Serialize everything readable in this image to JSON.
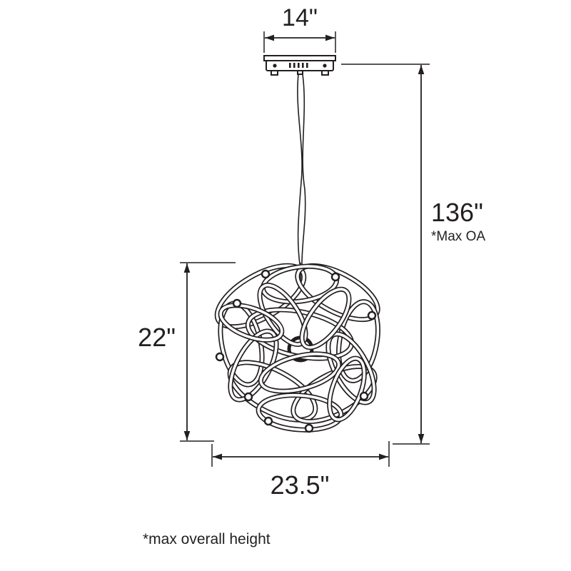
{
  "diagram": {
    "title": "pendant-fixture-dimension-drawing",
    "colors": {
      "line": "#231f20",
      "background": "#ffffff"
    }
  },
  "labels": {
    "canopy_width": "14\"",
    "max_height": "136\"",
    "max_height_note": "*Max OA",
    "fixture_height": "22\"",
    "fixture_width": "23.5\"",
    "footnote": "*max overall height"
  }
}
